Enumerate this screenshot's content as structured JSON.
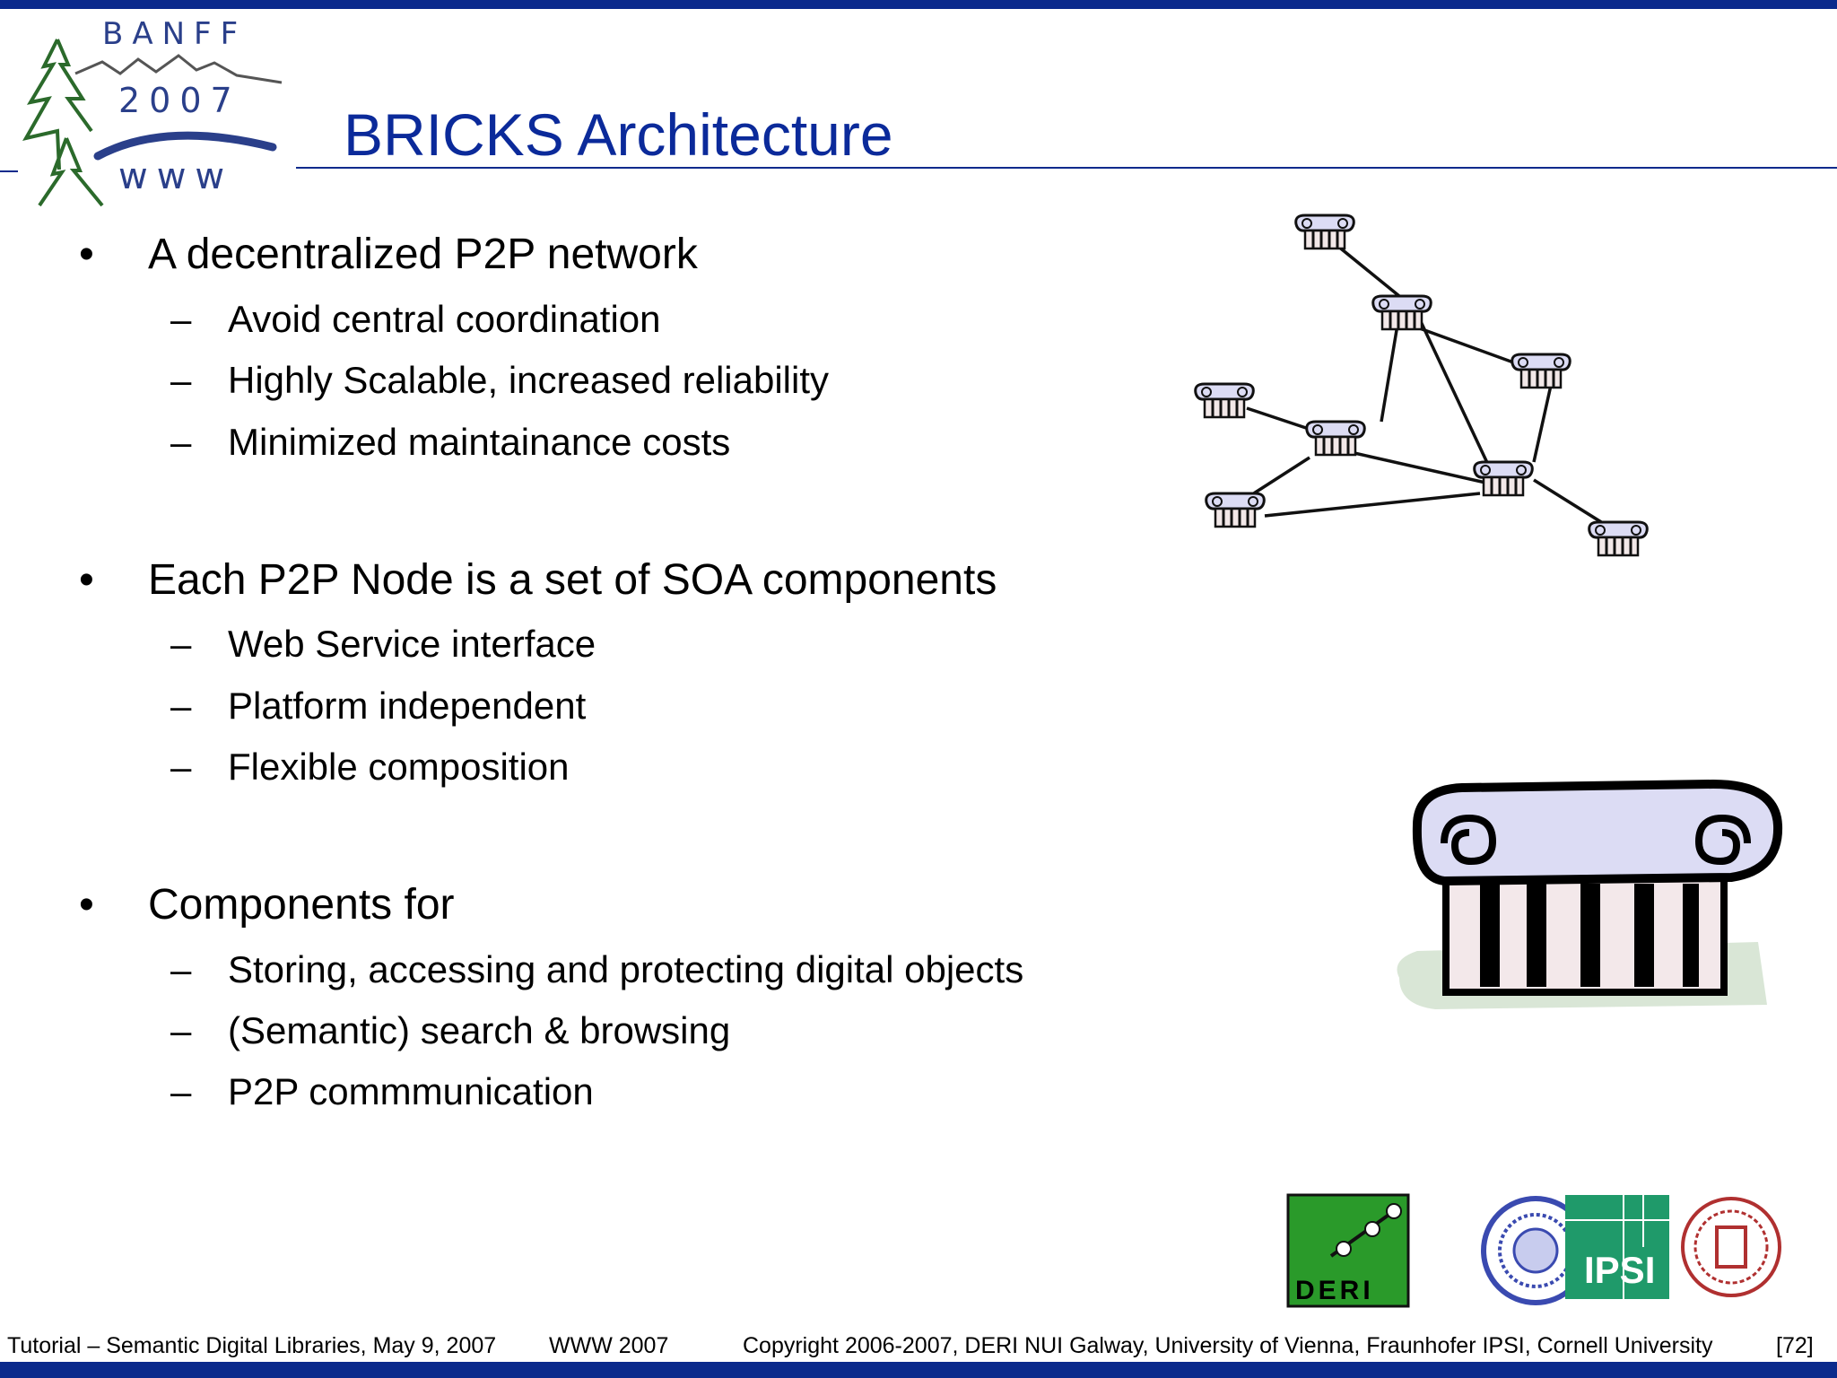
{
  "logo": {
    "line1": "BANFF",
    "line2": "2007",
    "line3": "www"
  },
  "title": "BRICKS Architecture",
  "bullets": [
    {
      "text": "A decentralized P2P network",
      "subs": [
        "Avoid central coordination",
        "Highly Scalable, increased reliability",
        "Minimized maintainance costs"
      ]
    },
    {
      "text": "Each P2P Node is a set of SOA components",
      "subs": [
        "Web Service interface",
        "Platform independent",
        "Flexible composition"
      ]
    },
    {
      "text": "Components for",
      "subs": [
        "Storing, accessing and protecting digital objects",
        "(Semantic) search & browsing",
        "P2P commmunication"
      ]
    }
  ],
  "marks": {
    "bullet": "•",
    "dash": "–"
  },
  "partner_logos": {
    "deri": "DERI",
    "ipsi": "IPSI"
  },
  "footer": {
    "tutorial": "Tutorial – Semantic Digital Libraries, May 9, 2007",
    "conference": "WWW 2007",
    "copyright": "Copyright 2006-2007, DERI NUI Galway, University of Vienna, Fraunhofer IPSI, Cornell University",
    "page": "[72]"
  },
  "colors": {
    "title_blue": "#0b2a9a",
    "bar_blue": "#0b2a8c",
    "deri_green": "#2a9a2a",
    "ipsi_green": "#1f9a6a",
    "vienna_blue": "#3a4ab0",
    "cornell_red": "#b03030",
    "column_lavender": "#dcdcf4"
  }
}
